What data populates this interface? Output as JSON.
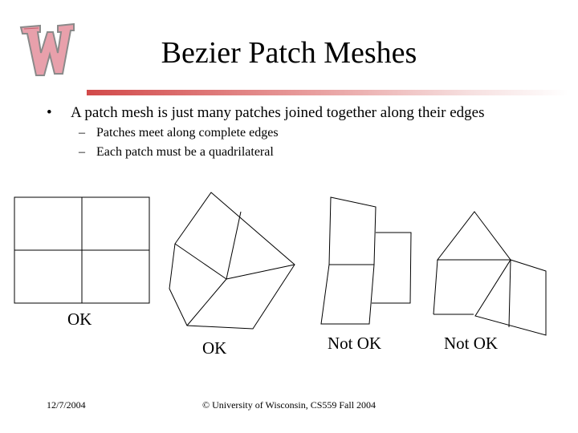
{
  "slide": {
    "title": "Bezier Patch Meshes",
    "bullet": "A patch mesh is just many patches joined together along their edges",
    "subbullets": [
      "Patches meet along complete edges",
      "Each patch must be a quadrilateral"
    ],
    "labels": [
      "OK",
      "OK",
      "Not OK",
      "Not OK"
    ],
    "footer_date": "12/7/2004",
    "footer_center": "© University of Wisconsin, CS559 Fall 2004"
  },
  "icons": {
    "logo": "wisconsin-w-logo",
    "bullet": "bullet-dot",
    "dash": "dash"
  },
  "colors": {
    "logo": "#e07a8a",
    "rule": "#d24a4a"
  }
}
